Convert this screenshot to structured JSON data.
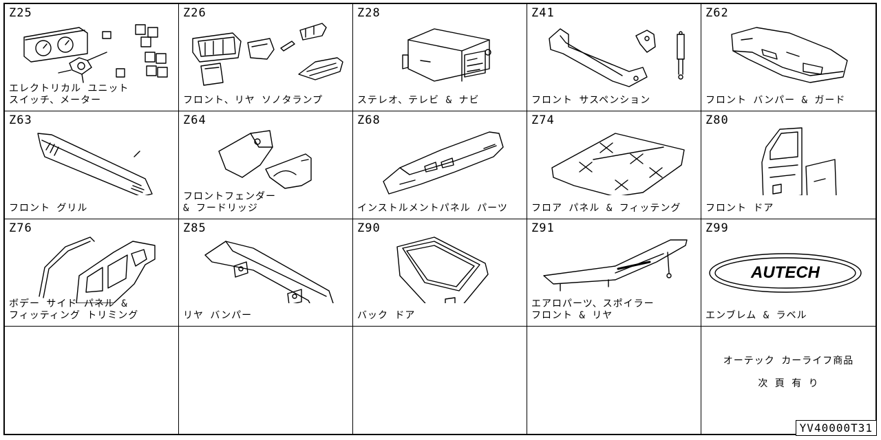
{
  "catalog_code": "YV40000T31",
  "cells": [
    {
      "code": "Z25",
      "label": "エレクトリカル ユニット\nスイッチ、メーター",
      "icon": "electrical-unit-icon"
    },
    {
      "code": "Z26",
      "label": "フロント、リヤ ソノタランプ",
      "icon": "lamp-icon"
    },
    {
      "code": "Z28",
      "label": "ステレオ、テレビ & ナビ",
      "icon": "stereo-icon"
    },
    {
      "code": "Z41",
      "label": "フロント サスペンション",
      "icon": "suspension-icon"
    },
    {
      "code": "Z62",
      "label": "フロント バンパー & ガード",
      "icon": "front-bumper-icon"
    },
    {
      "code": "Z63",
      "label": "フロント グリル",
      "icon": "grille-icon"
    },
    {
      "code": "Z64",
      "label": "フロントフェンダー\n& フードリッジ",
      "icon": "fender-icon"
    },
    {
      "code": "Z68",
      "label": "インストルメントパネル パーツ",
      "icon": "instrument-panel-icon"
    },
    {
      "code": "Z74",
      "label": "フロア パネル & フィッテング",
      "icon": "floor-panel-icon"
    },
    {
      "code": "Z80",
      "label": "フロント ドア",
      "icon": "front-door-icon"
    },
    {
      "code": "Z76",
      "label": "ボデー サイド パネル &\nフィッティング トリミング",
      "icon": "body-side-panel-icon"
    },
    {
      "code": "Z85",
      "label": "リヤ バンパー",
      "icon": "rear-bumper-icon"
    },
    {
      "code": "Z90",
      "label": "バック ドア",
      "icon": "back-door-icon"
    },
    {
      "code": "Z91",
      "label": "エアロパーツ、スポイラー\nフロント & リヤ",
      "icon": "spoiler-icon"
    },
    {
      "code": "Z99",
      "label": "エンブレム & ラベル",
      "icon": "emblem-icon",
      "emblem_text": "AUTECH"
    },
    {
      "code": "",
      "label": ""
    },
    {
      "code": "",
      "label": ""
    },
    {
      "code": "",
      "label": ""
    },
    {
      "code": "",
      "label": ""
    },
    {
      "code": "",
      "label": "",
      "note_line1": "オーテック カーライフ商品",
      "note_line2": "次 頁 有 り"
    }
  ]
}
